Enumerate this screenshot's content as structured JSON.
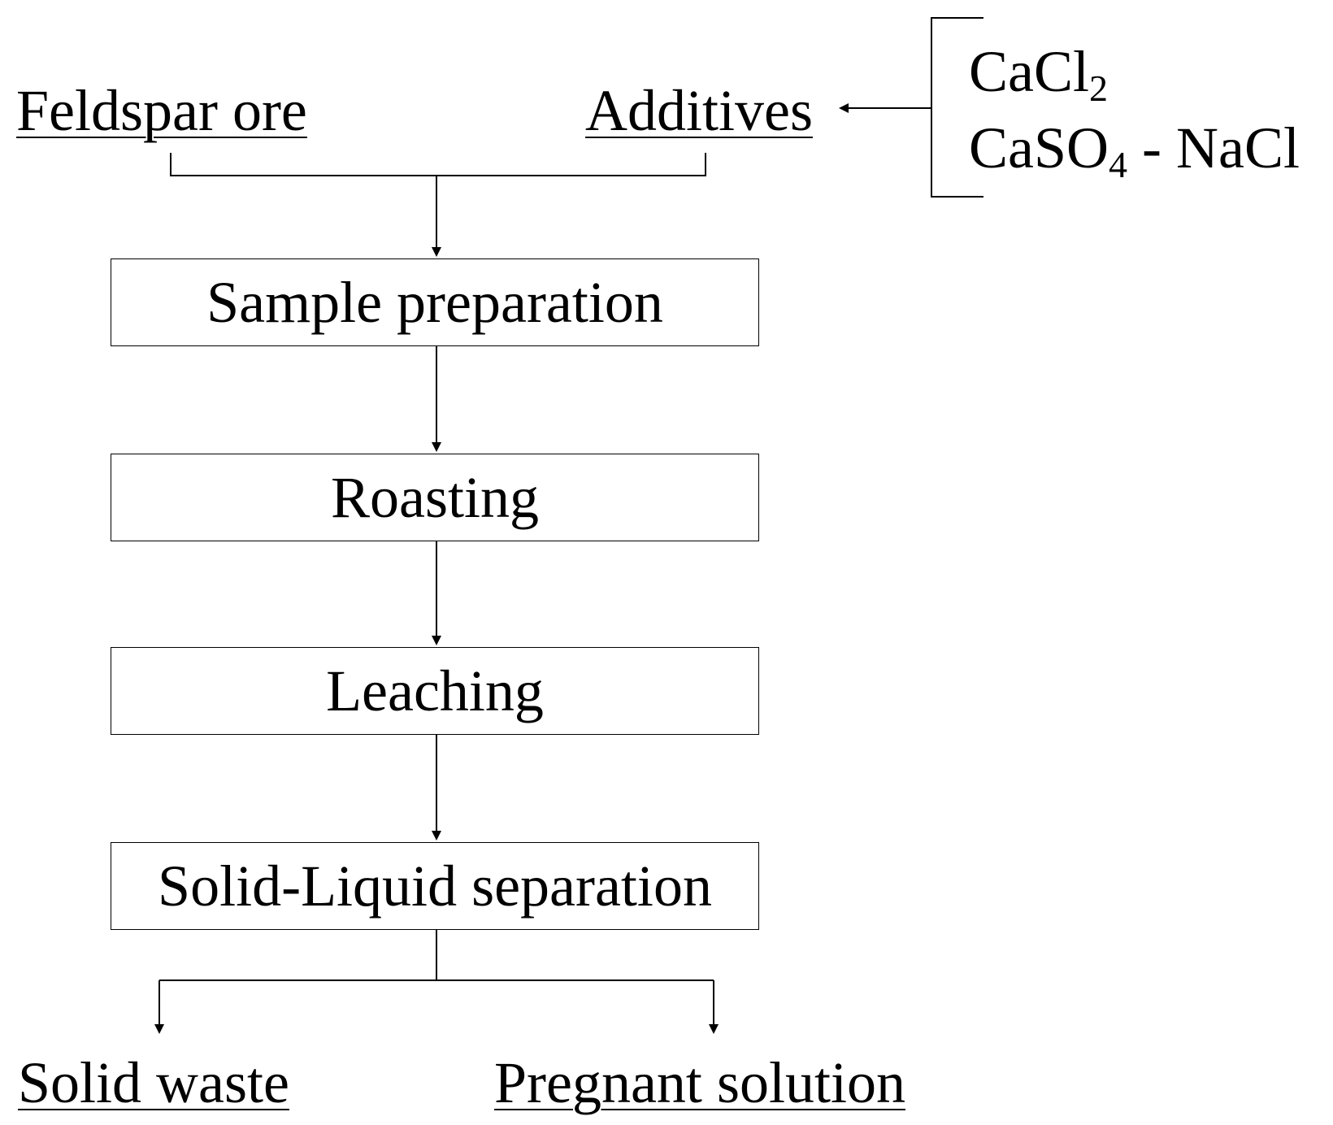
{
  "inputs": {
    "feldspar_ore": "Feldspar ore",
    "additives": "Additives"
  },
  "additive_options": [
    {
      "base": "CaCl",
      "sub": "2",
      "rest": ""
    },
    {
      "base": "CaSO",
      "sub": "4",
      "rest": " - NaCl"
    }
  ],
  "steps": [
    "Sample preparation",
    "Roasting",
    "Leaching",
    "Solid-Liquid separation"
  ],
  "outputs": {
    "solid_waste": "Solid waste",
    "pregnant_solution": "Pregnant solution"
  }
}
